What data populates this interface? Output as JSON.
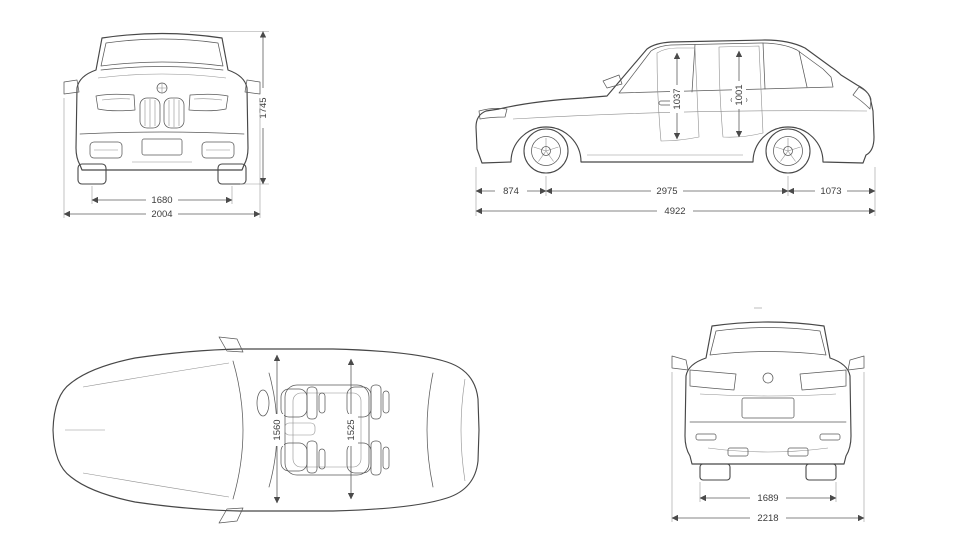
{
  "page": {
    "background": "#ffffff",
    "line_color": "#474747",
    "text_color": "#3c3c3c"
  },
  "views": {
    "front": {
      "dims": {
        "overall_height": "1745",
        "track": "1680",
        "overall_width": "2004"
      }
    },
    "side": {
      "dims": {
        "door_front_height": "1037",
        "door_rear_height": "1001",
        "front_overhang": "874",
        "wheelbase": "2975",
        "rear_overhang": "1073",
        "overall_length": "4922"
      }
    },
    "top": {
      "dims": {
        "interior_width_front": "1560",
        "interior_width_rear": "1525"
      }
    },
    "rear": {
      "dims": {
        "track": "1689",
        "overall_width_mirrors": "2218"
      }
    }
  }
}
